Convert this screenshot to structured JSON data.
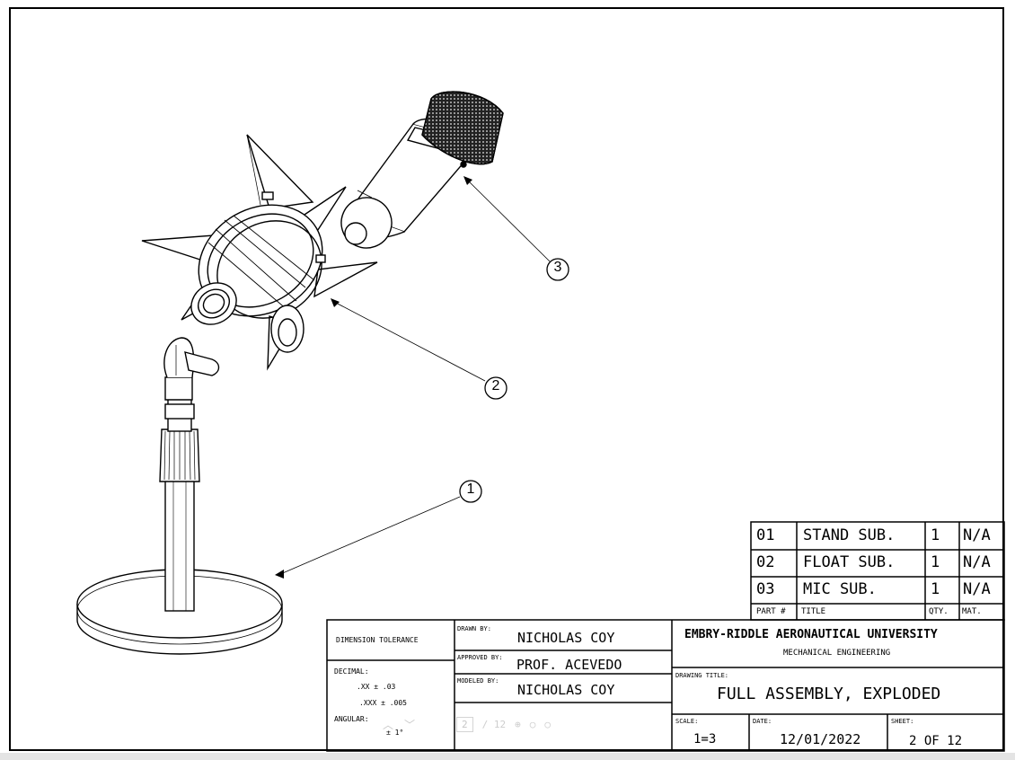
{
  "bom": {
    "rows": [
      {
        "part": "01",
        "title": "STAND SUB.",
        "qty": "1",
        "mat": "N/A"
      },
      {
        "part": "02",
        "title": "FLOAT SUB.",
        "qty": "1",
        "mat": "N/A"
      },
      {
        "part": "03",
        "title": "MIC SUB.",
        "qty": "1",
        "mat": "N/A"
      }
    ],
    "headers": {
      "part": "PART #",
      "title": "TITLE",
      "qty": "QTY.",
      "mat": "MAT."
    }
  },
  "callouts": {
    "one": "1",
    "two": "2",
    "three": "3"
  },
  "title_block": {
    "tolerance_label": "DIMENSION TOLERANCE",
    "decimal_label": "DECIMAL:",
    "decimal_xx": ".XX ± .03",
    "decimal_xxx": ".XXX ± .005",
    "angular_label": "ANGULAR:",
    "angular_value": "± 1°",
    "drawn_by_label": "DRAWN BY:",
    "drawn_by": "NICHOLAS COY",
    "approved_by_label": "APPROVED BY:",
    "approved_by": "PROF. ACEVEDO",
    "modeled_by_label": "MODELED BY:",
    "modeled_by": "NICHOLAS COY",
    "university": "EMBRY-RIDDLE AERONAUTICAL UNIVERSITY",
    "department": "MECHANICAL ENGINEERING",
    "drawing_title_label": "DRAWING TITLE:",
    "drawing_title": "FULL ASSEMBLY, EXPLODED",
    "scale_label": "SCALE:",
    "scale": "1=3",
    "date_label": "DATE:",
    "date": "12/01/2022",
    "sheet_label": "SHEET:",
    "sheet": "2 OF 12"
  },
  "viewer": {
    "page": "2",
    "total": "/ 12"
  }
}
